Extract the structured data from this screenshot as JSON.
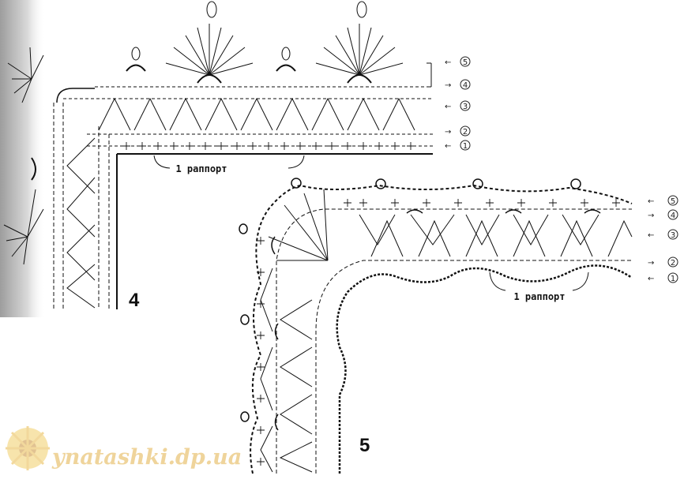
{
  "diagrams": [
    {
      "id": "pattern-4",
      "number": "4",
      "repeat_label": "1 раппорт",
      "row_markers": [
        {
          "arrow": "←",
          "num": "5"
        },
        {
          "arrow": "→",
          "num": "4"
        },
        {
          "arrow": "←",
          "num": "3"
        },
        {
          "arrow": "→",
          "num": "2"
        },
        {
          "arrow": "←",
          "num": "1"
        }
      ]
    },
    {
      "id": "pattern-5",
      "number": "5",
      "repeat_label": "1 раппорт",
      "row_markers": [
        {
          "arrow": "←",
          "num": "5"
        },
        {
          "arrow": "→",
          "num": "4"
        },
        {
          "arrow": "←",
          "num": "3"
        },
        {
          "arrow": "→",
          "num": "2"
        },
        {
          "arrow": "←",
          "num": "1"
        }
      ]
    }
  ],
  "watermark": {
    "text": "ynatashki.dp.ua",
    "logo_icon": "sunflower-icon",
    "color": "#e2b24a"
  },
  "colors": {
    "ink": "#111111",
    "margin_shadow": "#b8b8b8"
  }
}
